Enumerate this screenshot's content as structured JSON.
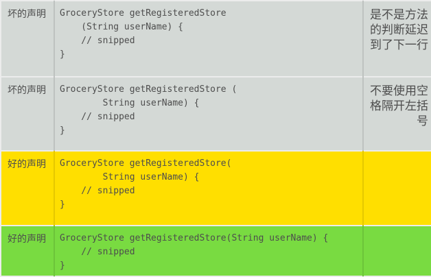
{
  "table": {
    "description_labels": {
      "bad": "坏的声明",
      "good": "好的声明"
    },
    "colors": {
      "bad_row_bg": "#d4d9d6",
      "good_yellow_row_bg": "#ffdf00",
      "good_green_row_bg": "#79db41",
      "text": "#4d4d4d",
      "horizontal_border": "#ececec"
    },
    "rows": [
      {
        "type": "bad",
        "label": "坏的声明",
        "bg": "#d4d9d6",
        "code": "GroceryStore getRegisteredStore\n    (String userName) {\n    // snipped\n}",
        "note": "是不是方法的判断延迟到了下一行"
      },
      {
        "type": "bad",
        "label": "坏的声明",
        "bg": "#d4d9d6",
        "code": "GroceryStore getRegisteredStore (\n        String userName) {\n    // snipped\n}",
        "note": "不要使用空格隔开左括号"
      },
      {
        "type": "good",
        "label": "好的声明",
        "bg": "#ffdf00",
        "code": "GroceryStore getRegisteredStore(\n        String userName) {\n    // snipped\n}",
        "note": ""
      },
      {
        "type": "good",
        "label": "好的声明",
        "bg": "#79db41",
        "code": "GroceryStore getRegisteredStore(String userName) {\n    // snipped\n}",
        "note": ""
      }
    ]
  }
}
